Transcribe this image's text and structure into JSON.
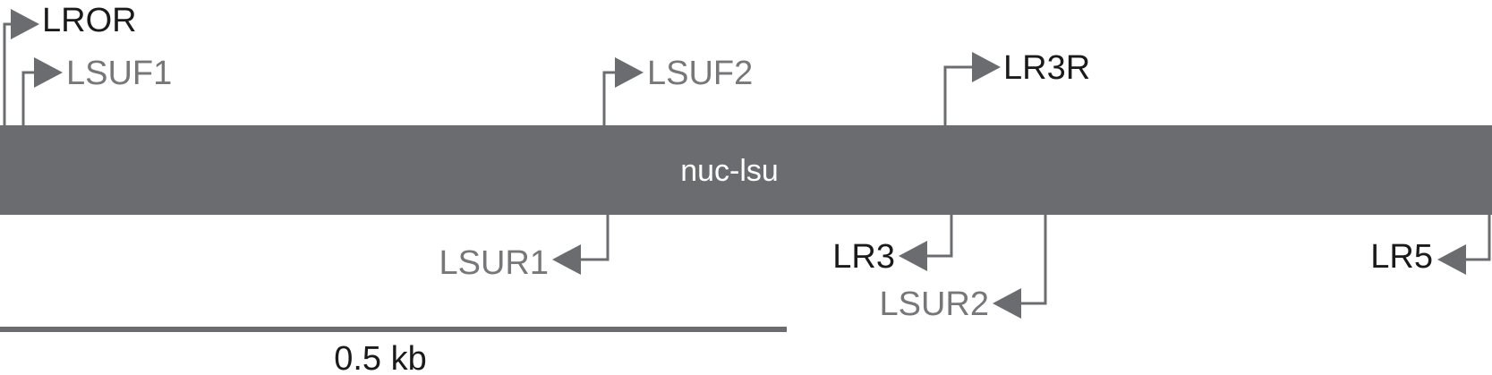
{
  "colors": {
    "gene_bar": "#6b6c70",
    "gene_label": "#ffffff",
    "primer_dark": "#1a1a1a",
    "primer_light": "#777779",
    "line": "#6b6c70"
  },
  "gene": {
    "label": "nuc-lsu"
  },
  "primers": {
    "lror": {
      "label": "LROR",
      "direction": "forward"
    },
    "lsuf1": {
      "label": "LSUF1",
      "direction": "forward"
    },
    "lsuf2": {
      "label": "LSUF2",
      "direction": "forward"
    },
    "lr3r": {
      "label": "LR3R",
      "direction": "forward"
    },
    "lsur1": {
      "label": "LSUR1",
      "direction": "reverse"
    },
    "lr3": {
      "label": "LR3",
      "direction": "reverse"
    },
    "lsur2": {
      "label": "LSUR2",
      "direction": "reverse"
    },
    "lr5": {
      "label": "LR5",
      "direction": "reverse"
    }
  },
  "scale_bar": {
    "label": "0.5 kb"
  }
}
